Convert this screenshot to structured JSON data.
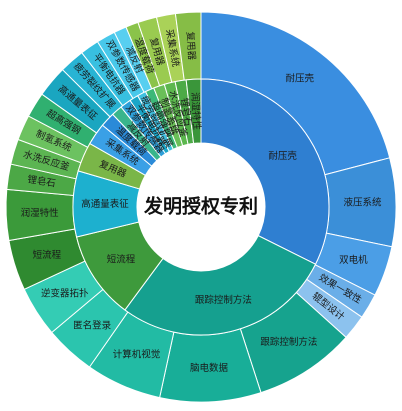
{
  "chart_data": {
    "type": "sunburst",
    "title": "发明授权专利",
    "inner": [
      {
        "name": "耐压壳",
        "value": 35,
        "color": "#2f7fd1"
      },
      {
        "name": "跟踪控制方法",
        "value": 30,
        "color": "#15a08f"
      },
      {
        "name": "短流程",
        "value": 12,
        "color": "#3e9a3c"
      },
      {
        "name": "高通量表征",
        "value": 9,
        "color": "#1db0cf"
      },
      {
        "name": "复用器",
        "value": 4,
        "color": "#7ab648"
      },
      {
        "name": "采集系统",
        "value": 3,
        "color": "#3aa0e6"
      },
      {
        "name": "温度载荷",
        "value": 2,
        "color": "#2a8ad8"
      },
      {
        "name": "减反射",
        "value": 1.5,
        "color": "#39b58c"
      },
      {
        "name": "双参数传感器",
        "value": 1.5,
        "color": "#2e9fd8"
      },
      {
        "name": "平衡电抗器",
        "value": 1.2,
        "color": "#1aa6c8"
      },
      {
        "name": "疲劳裂纹扩展",
        "value": 1.2,
        "color": "#40c0e0"
      },
      {
        "name": "超高强钢",
        "value": 1.2,
        "color": "#3cb878"
      },
      {
        "name": "制氢系统",
        "value": 1.5,
        "color": "#6abf58"
      },
      {
        "name": "水洗反应釜",
        "value": 1.5,
        "color": "#5cb74e"
      },
      {
        "name": "锂皂石",
        "value": 1.5,
        "color": "#4caa46"
      },
      {
        "name": "润湿特性",
        "value": 2,
        "color": "#3a963a"
      }
    ],
    "outer": [
      {
        "name": "耐压壳",
        "value": 20,
        "color": "#3a8ee0"
      },
      {
        "name": "液压系统",
        "value": 7,
        "color": "#3b8fd8"
      },
      {
        "name": "双电机",
        "value": 4,
        "color": "#4b9ee6"
      },
      {
        "name": "效果一致性",
        "value": 2,
        "color": "#6aaee8"
      },
      {
        "name": "辊型设计",
        "value": 2,
        "color": "#8cc2ee"
      },
      {
        "name": "跟踪控制方法",
        "value": 8,
        "color": "#16a38e"
      },
      {
        "name": "脑电数据",
        "value": 8,
        "color": "#18ae98"
      },
      {
        "name": "计算机视觉",
        "value": 6,
        "color": "#22bba4"
      },
      {
        "name": "匿名登录",
        "value": 4,
        "color": "#2bc5ae"
      },
      {
        "name": "逆变器拓扑",
        "value": 4,
        "color": "#34ccb4"
      },
      {
        "name": "短流程",
        "value": 4,
        "color": "#2f8a30"
      },
      {
        "name": "润湿特性",
        "value": 4,
        "color": "#3b9a3a"
      },
      {
        "name": "锂皂石",
        "value": 2,
        "color": "#4ca846"
      },
      {
        "name": "水洗反应釜",
        "value": 2,
        "color": "#5cb552"
      },
      {
        "name": "制氢系统",
        "value": 2,
        "color": "#6cc260"
      },
      {
        "name": "超高强钢",
        "value": 2,
        "color": "#30b070"
      },
      {
        "name": "高通量表征",
        "value": 2.5,
        "color": "#1aa6c0"
      },
      {
        "name": "疲劳裂纹扩展",
        "value": 2,
        "color": "#28b4d4"
      },
      {
        "name": "平衡电抗器",
        "value": 1.5,
        "color": "#38c0e0"
      },
      {
        "name": "双参数传感器",
        "value": 1.5,
        "color": "#48c8ea"
      },
      {
        "name": "减反射",
        "value": 1,
        "color": "#58cff0"
      },
      {
        "name": "温度载荷",
        "value": 1,
        "color": "#8ac34a"
      },
      {
        "name": "复用器",
        "value": 1.5,
        "color": "#9acb50"
      },
      {
        "name": "采集系统",
        "value": 1.5,
        "color": "#aad258"
      },
      {
        "name": "复用器",
        "value": 2,
        "color": "#86bd46"
      }
    ]
  }
}
